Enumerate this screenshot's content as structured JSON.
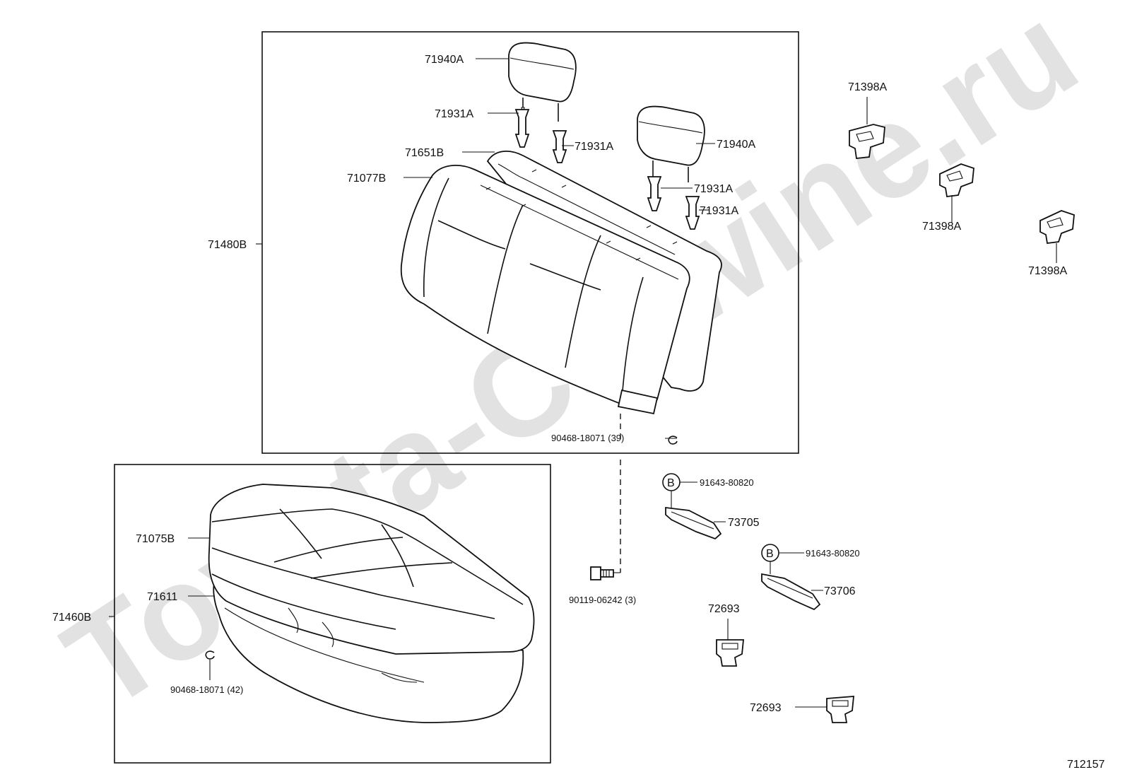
{
  "watermark": "Toyota-Carwine.ru",
  "diagram_id": "712157",
  "labels": {
    "seatback_assembly": "71480B",
    "headrest_left": "71940A",
    "headrest_right": "71940A",
    "support_1": "71931A",
    "support_2": "71931A",
    "support_3": "71931A",
    "support_4": "71931A",
    "pad_seatback": "71651B",
    "cover_seatback": "71077B",
    "hog_ring_back": "90468-18071 (39)",
    "cushion_assembly": "71460B",
    "cover_cushion": "71075B",
    "pad_cushion": "71611",
    "hog_ring_cushion": "90468-18071 (42)",
    "bolt": "90119-06242 (3)",
    "bolt_b_1": "91643-80820",
    "bolt_b_2": "91643-80820",
    "hinge_1": "73705",
    "hinge_2": "73706",
    "clip_1": "72693",
    "clip_2": "72693",
    "cap_1": "71398A",
    "cap_2": "71398A",
    "cap_3": "71398A",
    "marker_b1": "B",
    "marker_b2": "B"
  }
}
